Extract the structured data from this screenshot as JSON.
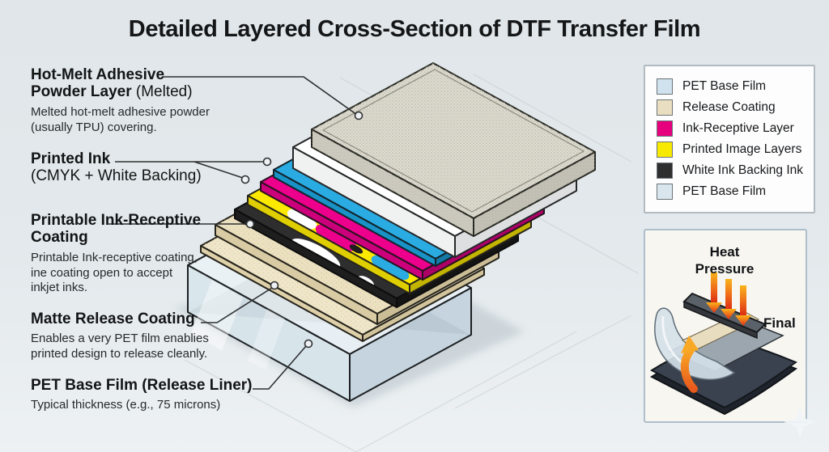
{
  "title": "Detailed Layered Cross-Section of DTF Transfer Film",
  "labels": [
    {
      "bold": "Hot-Melt Adhesive Powder Layer",
      "normal": " (Melted)",
      "desc": "Melted hot-melt adhesive powder (usually TPU) covering."
    },
    {
      "bold": "Printed Ink",
      "normal": "(CMYK + White Backing)",
      "desc": ""
    },
    {
      "bold": "Printable Ink-Receptive Coating",
      "normal": "",
      "desc": "Printable Ink-receptive coating, ine coating open to accept inkjet inks."
    },
    {
      "bold": "Matte Release Coating",
      "normal": "",
      "desc": "Enables a very PET film enablies printed design to release cleanly."
    },
    {
      "bold": "PET Base Film (Release Liner)",
      "normal": "",
      "desc": "Typical thickness (e.g., 75 microns)"
    }
  ],
  "legend": {
    "items": [
      {
        "label": "PET Base Film",
        "color": "#cfe2ee"
      },
      {
        "label": "Release Coating",
        "color": "#e9dfc0"
      },
      {
        "label": "Ink-Receptive Layer",
        "color": "#e6007e"
      },
      {
        "label": "Printed Image Layers",
        "color": "#f7ea00"
      },
      {
        "label": "White Ink Backing Ink",
        "color": "#2e2e2e"
      },
      {
        "label": "PET Base Film",
        "color": "#d9e6ee"
      }
    ]
  },
  "inset": {
    "heading_lines": [
      "Heat",
      "Pressure"
    ],
    "final_label": "Final"
  },
  "colors": {
    "background": "#e2e8eb",
    "adhesive": "#dddacf",
    "white_ink": "#ffffff",
    "cyan": "#2aabe2",
    "magenta": "#ec008c",
    "yellow": "#fbe900",
    "black_ink": "#2e2e2e",
    "beige": "#ebe0bf",
    "beige2": "#efe6c9",
    "pet": "#e9f1f5",
    "leader": "#2f3133",
    "arrow_orange": "#f08020"
  }
}
